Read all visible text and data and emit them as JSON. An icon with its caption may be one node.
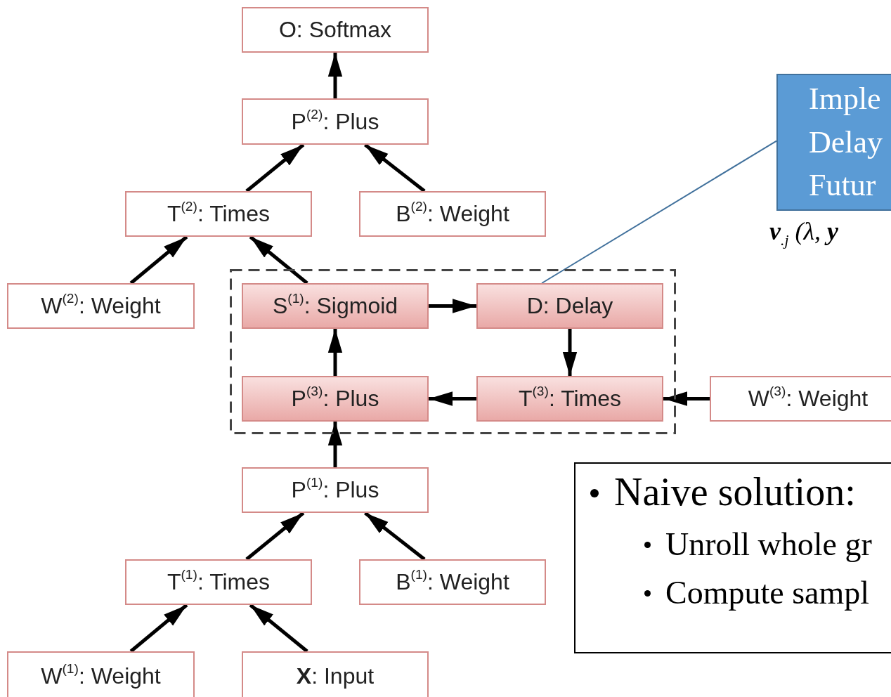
{
  "diagram": {
    "nodes": [
      {
        "text": [
          "O: Softmax"
        ]
      },
      {
        "text": [
          "P$^{(2)}$: Plus"
        ]
      },
      {
        "text": [
          "T$^{(2)}$: Times"
        ]
      },
      {
        "text": [
          "B$^{(2)}$: Weight"
        ]
      },
      {
        "text": [
          "W$^{(2)}$: Weight"
        ]
      },
      {
        "text": [],
        "shape": "box"
      },
      {
        "text": [
          "S$^{(1)}$: Sigmoid"
        ],
        "in": 5
      },
      {
        "text": [
          "D: Delay"
        ],
        "in": 5
      },
      {
        "text": [
          "P$^{(3)}$: Plus"
        ],
        "in": 5
      },
      {
        "text": [
          "T$^{(3)}$: Times"
        ],
        "in": 5
      },
      {
        "text": [
          "W$^{(3)}$: Weight"
        ]
      },
      {
        "text": [
          "P$^{(1)}$: Plus"
        ]
      },
      {
        "text": [
          "T$^{(1)}$: Times"
        ]
      },
      {
        "text": [
          "B$^{(1)}$: Weight"
        ]
      },
      {
        "text": [
          "W$^{(1)}$: Weight"
        ]
      },
      {
        "text": [
          "**X**: Input"
        ]
      },
      {
        "text": [
          "Imple Delay Futur"
        ]
      },
      {
        "text": [
          "Naive solution:",
          "Unroll whole gr",
          "Compute sampl"
        ]
      }
    ],
    "edges": [
      {
        "from": 1,
        "to": 0,
        "arrow": "to"
      },
      {
        "from": 2,
        "to": 1,
        "arrow": "to"
      },
      {
        "from": 3,
        "to": 1,
        "arrow": "to"
      },
      {
        "from": 4,
        "to": 2,
        "arrow": "to"
      },
      {
        "from": 6,
        "to": 2,
        "arrow": "to"
      },
      {
        "from": 6,
        "to": 7,
        "arrow": "to"
      },
      {
        "from": 7,
        "to": 9,
        "arrow": "to"
      },
      {
        "from": 9,
        "to": 8,
        "arrow": "to"
      },
      {
        "from": 8,
        "to": 6,
        "arrow": "to"
      },
      {
        "from": 10,
        "to": 9,
        "arrow": "to"
      },
      {
        "from": 11,
        "to": 8,
        "arrow": "to"
      },
      {
        "from": 12,
        "to": 11,
        "arrow": "to"
      },
      {
        "from": 13,
        "to": 11,
        "arrow": "to"
      },
      {
        "from": 14,
        "to": 12,
        "arrow": "to"
      },
      {
        "from": 15,
        "to": 12,
        "arrow": "to"
      },
      {
        "from": 16,
        "to": 7,
        "arrow": "none",
        "color": "#41719c"
      }
    ],
    "labels": [
      "**v**$_{.j}$ (λ, **y**"
    ]
  }
}
